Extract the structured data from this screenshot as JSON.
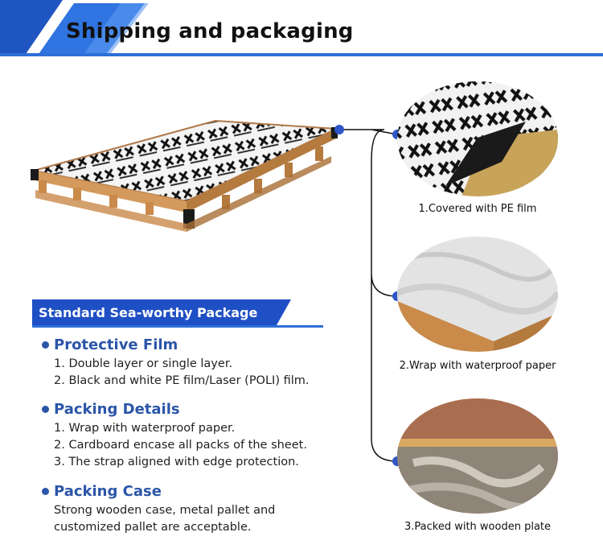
{
  "header": {
    "title": "Shipping and packaging",
    "accent_color": "#2e6fd8"
  },
  "steps": [
    {
      "label": "1.Covered with PE film"
    },
    {
      "label": "2.Wrap with waterproof paper"
    },
    {
      "label": "3.Packed with wooden plate"
    }
  ],
  "package": {
    "title": "Standard Sea-worthy Package",
    "sections": [
      {
        "title": "Protective Film",
        "lines": [
          "1. Double layer or single layer.",
          "2. Black and white PE film/Laser (POLI) film."
        ]
      },
      {
        "title": "Packing Details",
        "lines": [
          "1. Wrap with waterproof paper.",
          "2. Cardboard encase all packs of the sheet.",
          "3. The strap aligned with edge protection."
        ]
      },
      {
        "title": "Packing Case",
        "lines": [
          "Strong wooden case, metal pallet and",
          "customized pallet are acceptable."
        ]
      }
    ]
  },
  "colors": {
    "title_blue": "#2b56a8",
    "wood": "#c98a4a",
    "film_black": "#1a1a1a"
  }
}
